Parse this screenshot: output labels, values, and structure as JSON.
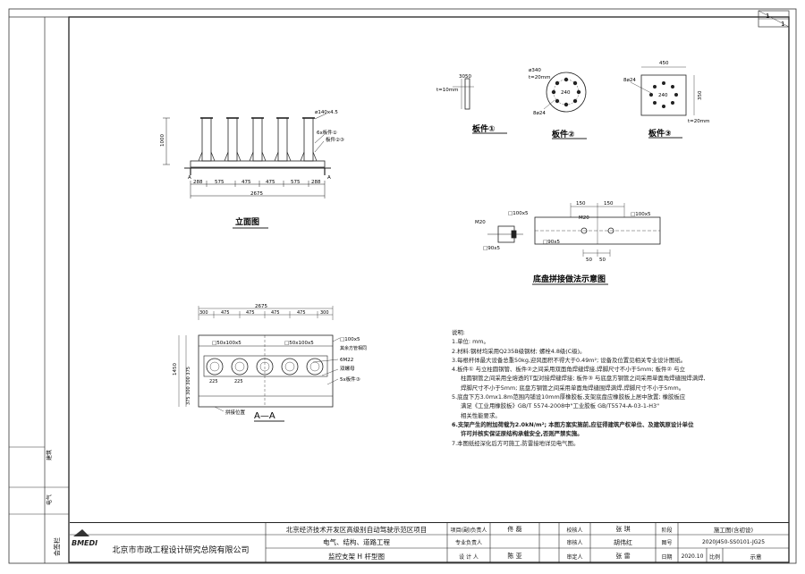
{
  "sheet_index": {
    "top": "1",
    "bottom": "1"
  },
  "left_strip": {
    "a": "建筑",
    "b": "电气",
    "c": "会签栏"
  },
  "elevation": {
    "title": "立面图",
    "pipe_label": "ø140x4.5",
    "plate1_label": "6x板件①",
    "plate23_label": "板件②③",
    "h_dim": "1000",
    "section_mark": "A",
    "dims": [
      "288",
      "575",
      "475",
      "475",
      "575",
      "288"
    ],
    "total": "2675"
  },
  "part1": {
    "title": "板件①",
    "d1": "3050",
    "d2": "t=10mm"
  },
  "part2": {
    "title": "板件②",
    "d1": "ø340",
    "d2": "t=20mm",
    "d3": "240",
    "d4": "8ø24"
  },
  "part3": {
    "title": "板件③",
    "w": "450",
    "h": "350",
    "d1": "8ø24",
    "d2": "240",
    "d3": "t=20mm"
  },
  "splice": {
    "title": "底盘拼接做法示意图",
    "m20a": "M20",
    "m20b": "M20",
    "sq1": "□100x5",
    "sq2": "□100x5",
    "sq3": "□90x5",
    "sq4": "□90x5",
    "d150a": "150",
    "d150b": "150",
    "d50a": "50",
    "d50b": "50"
  },
  "section": {
    "title": "A—A",
    "total": "2675",
    "dims": [
      "300",
      "475",
      "475",
      "475",
      "475",
      "300"
    ],
    "left_dims": "375 300 300 375",
    "h_total": "1450",
    "sq100": "□100x5",
    "sq50a": "□50x100x5",
    "sq50b": "□50x100x5",
    "sq_note": "其余方管相同",
    "m22": "6M22",
    "bolt": "双螺母",
    "plate3": "5x板件③",
    "splice_pos": "拼接位置",
    "small1": "225",
    "small2": "225"
  },
  "notes": {
    "title": "说明:",
    "items": [
      "1.单位: mm。",
      "2.材料:钢材均采用Q235B级钢材; 螺栓4.8级(C级)。",
      "3.每根杆体最大设备总重50kg,迎风面积不得大于0.49m²; 设备及位置见相关专业设计图纸。",
      "4.板件① 与立柱圆钢管、板件②之间采用双面角焊缝焊接,焊脚尺寸不小于5mm; 板件② 与立",
      "柱圆钢管之间采用全熔透的T型对接焊缝焊接; 板件③ 与底盘方钢管之间采用单面角焊缝围焊满焊,",
      "焊脚尺寸不小于5mm; 底盘方钢管之间采用单面角焊缝围焊满焊,焊脚尺寸不小于5mm。",
      "5.底盘下方3.0mx1.8m范围内铺设10mm厚橡胶板,支架底盘应橡胶板上居中放置; 橡胶板应",
      "满足《工业用橡胶板》GB/T 5574-2008中\"工业胶板 GB/T5574-A-03-1-H3\"",
      "相关性能要求。",
      "6.支架产生的附加荷载为2.0kN/m²; 本图方案实施前,应征得建筑产权单位、及建筑原设计单位",
      "许可并核实保证原结构承载安全,否则严禁实施。",
      "7.本图纸经深化后方可施工,防雷接地详见电气图。"
    ]
  },
  "titleblock": {
    "company": "北京市市政工程设计研究总院有限公司",
    "logo": "BMEDI",
    "project1": "北京经济技术开发区高级别自动驾驶示范区项目",
    "project2": "电气、结构、道路工程",
    "drawing": "监控支架 H 杆型图",
    "r1l": "项目(副)负责人",
    "r1v": "佟 磊",
    "r2l": "专业负责人",
    "r2v": "",
    "r3l": "设 计 人",
    "r3v": "陈 亚",
    "c1l": "校核人",
    "c1v": "张 琪",
    "c2l": "审核人",
    "c2v": "胡伟红",
    "c3l": "审定人",
    "c3v": "张 雷",
    "stage_l": "阶段",
    "stage_v": "施工图(含初设)",
    "num_l": "图号",
    "num_v": "2020J450-SS0101-JG25",
    "date_l": "日期",
    "date_v": "2020.10",
    "scale_l": "比例",
    "scale_v": "示意"
  }
}
